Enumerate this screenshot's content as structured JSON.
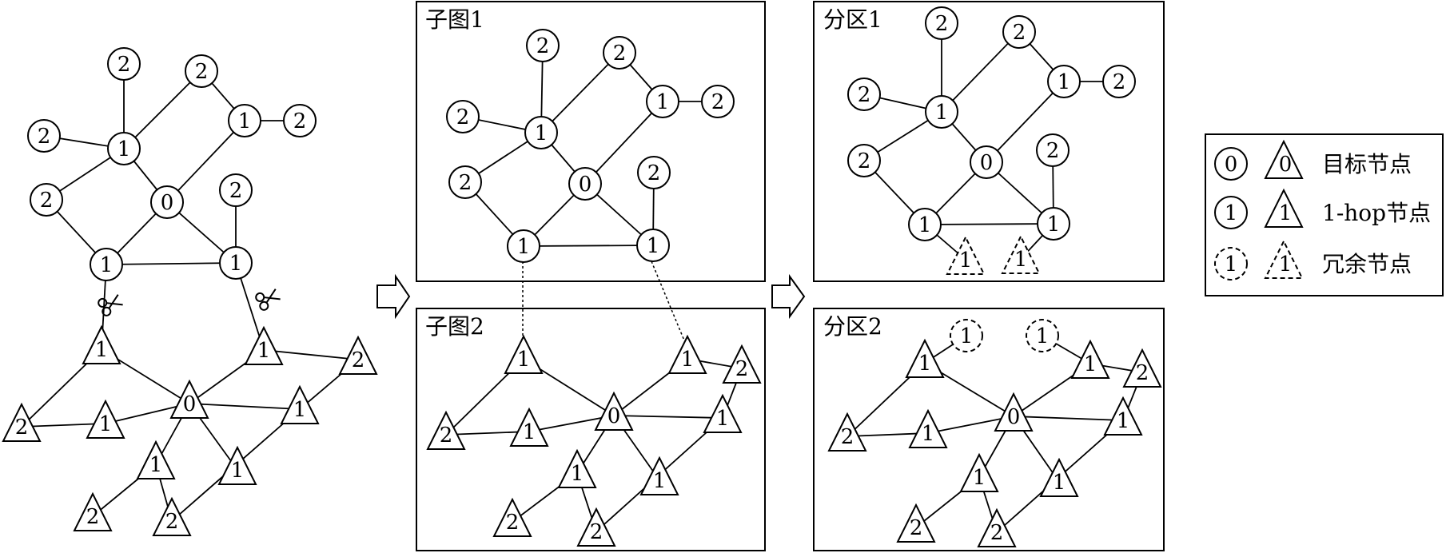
{
  "panels": {
    "subgraph1": "子图1",
    "subgraph2": "子图2",
    "partition1": "分区1",
    "partition2": "分区2"
  },
  "legend": {
    "items": [
      {
        "circle_label": "0",
        "triangle_label": "0",
        "text": "目标节点",
        "dashed": false
      },
      {
        "circle_label": "1",
        "triangle_label": "1",
        "text": "1-hop节点",
        "dashed": false
      },
      {
        "circle_label": "1",
        "triangle_label": "1",
        "text": "冗余节点",
        "dashed": true
      }
    ]
  },
  "graphs": {
    "original": {
      "nodes": [
        {
          "id": "a",
          "label": "2",
          "shape": "circle"
        },
        {
          "id": "b",
          "label": "2",
          "shape": "circle"
        },
        {
          "id": "c",
          "label": "2",
          "shape": "circle"
        },
        {
          "id": "d",
          "label": "1",
          "shape": "circle"
        },
        {
          "id": "e",
          "label": "1",
          "shape": "circle"
        },
        {
          "id": "f",
          "label": "2",
          "shape": "circle"
        },
        {
          "id": "g",
          "label": "2",
          "shape": "circle"
        },
        {
          "id": "h",
          "label": "0",
          "shape": "circle"
        },
        {
          "id": "i",
          "label": "2",
          "shape": "circle"
        },
        {
          "id": "j",
          "label": "1",
          "shape": "circle"
        },
        {
          "id": "k",
          "label": "1",
          "shape": "circle"
        },
        {
          "id": "t1",
          "label": "1",
          "shape": "triangle"
        },
        {
          "id": "t2",
          "label": "1",
          "shape": "triangle"
        },
        {
          "id": "t3",
          "label": "2",
          "shape": "triangle"
        },
        {
          "id": "t4",
          "label": "2",
          "shape": "triangle"
        },
        {
          "id": "t5",
          "label": "1",
          "shape": "triangle"
        },
        {
          "id": "t6",
          "label": "0",
          "shape": "triangle"
        },
        {
          "id": "t7",
          "label": "1",
          "shape": "triangle"
        },
        {
          "id": "t8",
          "label": "1",
          "shape": "triangle"
        },
        {
          "id": "t9",
          "label": "1",
          "shape": "triangle"
        },
        {
          "id": "t10",
          "label": "2",
          "shape": "triangle"
        },
        {
          "id": "t11",
          "label": "2",
          "shape": "triangle"
        }
      ]
    },
    "subgraph1": {
      "nodes": [
        {
          "id": "a",
          "label": "2",
          "shape": "circle"
        },
        {
          "id": "b",
          "label": "2",
          "shape": "circle"
        },
        {
          "id": "c",
          "label": "2",
          "shape": "circle"
        },
        {
          "id": "d",
          "label": "1",
          "shape": "circle"
        },
        {
          "id": "e",
          "label": "1",
          "shape": "circle"
        },
        {
          "id": "f",
          "label": "2",
          "shape": "circle"
        },
        {
          "id": "g",
          "label": "2",
          "shape": "circle"
        },
        {
          "id": "h",
          "label": "0",
          "shape": "circle"
        },
        {
          "id": "i",
          "label": "2",
          "shape": "circle"
        },
        {
          "id": "j",
          "label": "1",
          "shape": "circle"
        },
        {
          "id": "k",
          "label": "1",
          "shape": "circle"
        }
      ]
    },
    "subgraph2": {
      "nodes": [
        {
          "id": "t1",
          "label": "1",
          "shape": "triangle"
        },
        {
          "id": "t2",
          "label": "1",
          "shape": "triangle"
        },
        {
          "id": "t3",
          "label": "2",
          "shape": "triangle"
        },
        {
          "id": "t4",
          "label": "2",
          "shape": "triangle"
        },
        {
          "id": "t5",
          "label": "1",
          "shape": "triangle"
        },
        {
          "id": "t6",
          "label": "0",
          "shape": "triangle"
        },
        {
          "id": "t7",
          "label": "1",
          "shape": "triangle"
        },
        {
          "id": "t8",
          "label": "1",
          "shape": "triangle"
        },
        {
          "id": "t9",
          "label": "1",
          "shape": "triangle"
        },
        {
          "id": "t10",
          "label": "2",
          "shape": "triangle"
        },
        {
          "id": "t11",
          "label": "2",
          "shape": "triangle"
        }
      ]
    },
    "partition1": {
      "nodes": [
        {
          "id": "a",
          "label": "2",
          "shape": "circle"
        },
        {
          "id": "b",
          "label": "2",
          "shape": "circle"
        },
        {
          "id": "c",
          "label": "2",
          "shape": "circle"
        },
        {
          "id": "d",
          "label": "1",
          "shape": "circle"
        },
        {
          "id": "e",
          "label": "1",
          "shape": "circle"
        },
        {
          "id": "f",
          "label": "2",
          "shape": "circle"
        },
        {
          "id": "g",
          "label": "2",
          "shape": "circle"
        },
        {
          "id": "h",
          "label": "0",
          "shape": "circle"
        },
        {
          "id": "i",
          "label": "2",
          "shape": "circle"
        },
        {
          "id": "j",
          "label": "1",
          "shape": "circle"
        },
        {
          "id": "k",
          "label": "1",
          "shape": "circle"
        },
        {
          "id": "r1",
          "label": "1",
          "shape": "triangle-dashed"
        },
        {
          "id": "r2",
          "label": "1",
          "shape": "triangle-dashed"
        }
      ]
    },
    "partition2": {
      "nodes": [
        {
          "id": "r1",
          "label": "1",
          "shape": "circle-dashed"
        },
        {
          "id": "r2",
          "label": "1",
          "shape": "circle-dashed"
        },
        {
          "id": "t1",
          "label": "1",
          "shape": "triangle"
        },
        {
          "id": "t2",
          "label": "1",
          "shape": "triangle"
        },
        {
          "id": "t3",
          "label": "2",
          "shape": "triangle"
        },
        {
          "id": "t4",
          "label": "2",
          "shape": "triangle"
        },
        {
          "id": "t5",
          "label": "1",
          "shape": "triangle"
        },
        {
          "id": "t6",
          "label": "0",
          "shape": "triangle"
        },
        {
          "id": "t7",
          "label": "1",
          "shape": "triangle"
        },
        {
          "id": "t8",
          "label": "1",
          "shape": "triangle"
        },
        {
          "id": "t9",
          "label": "1",
          "shape": "triangle"
        },
        {
          "id": "t10",
          "label": "2",
          "shape": "triangle"
        },
        {
          "id": "t11",
          "label": "2",
          "shape": "triangle"
        }
      ]
    }
  }
}
